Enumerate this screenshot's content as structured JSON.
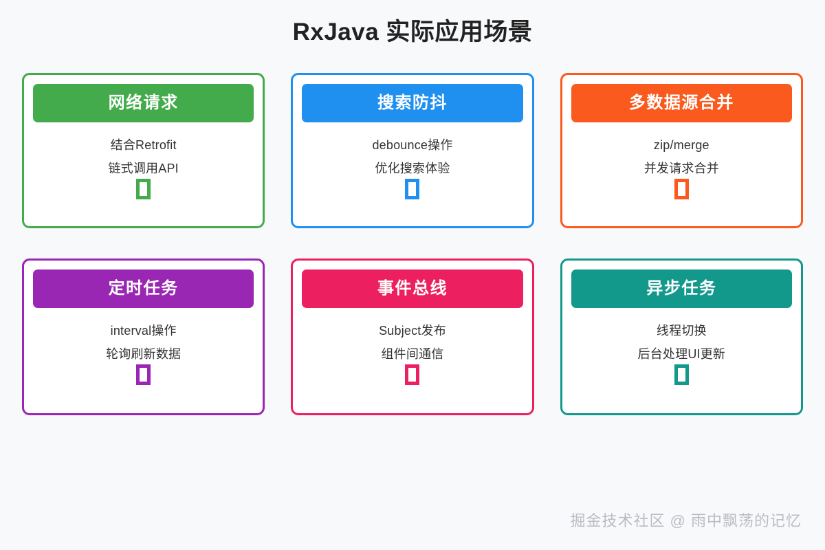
{
  "page": {
    "title": "RxJava 实际应用场景",
    "background_color": "#f8f9fb"
  },
  "cards": [
    {
      "id": "network-request",
      "header": "网络请求",
      "line1": "结合Retrofit",
      "line2": "链式调用API",
      "icon": "missing-glyph-box",
      "accent": "#44ab4c"
    },
    {
      "id": "search-debounce",
      "header": "搜索防抖",
      "line1": "debounce操作",
      "line2": "优化搜索体验",
      "icon": "missing-glyph-box",
      "accent": "#1f90f0"
    },
    {
      "id": "multi-source-merge",
      "header": "多数据源合并",
      "line1": "zip/merge",
      "line2": "并发请求合并",
      "icon": "missing-glyph-box",
      "accent": "#fa5a1e"
    },
    {
      "id": "scheduled-task",
      "header": "定时任务",
      "line1": "interval操作",
      "line2": "轮询刷新数据",
      "icon": "missing-glyph-box",
      "accent": "#9a26b4"
    },
    {
      "id": "event-bus",
      "header": "事件总线",
      "line1": "Subject发布",
      "line2": "组件间通信",
      "icon": "missing-glyph-box",
      "accent": "#ec2060"
    },
    {
      "id": "async-task",
      "header": "异步任务",
      "line1": "线程切换",
      "line2": "后台处理UI更新",
      "icon": "missing-glyph-box",
      "accent": "#13998c"
    }
  ],
  "watermark": {
    "text": "掘金技术社区 @ 雨中飘荡的记忆"
  }
}
